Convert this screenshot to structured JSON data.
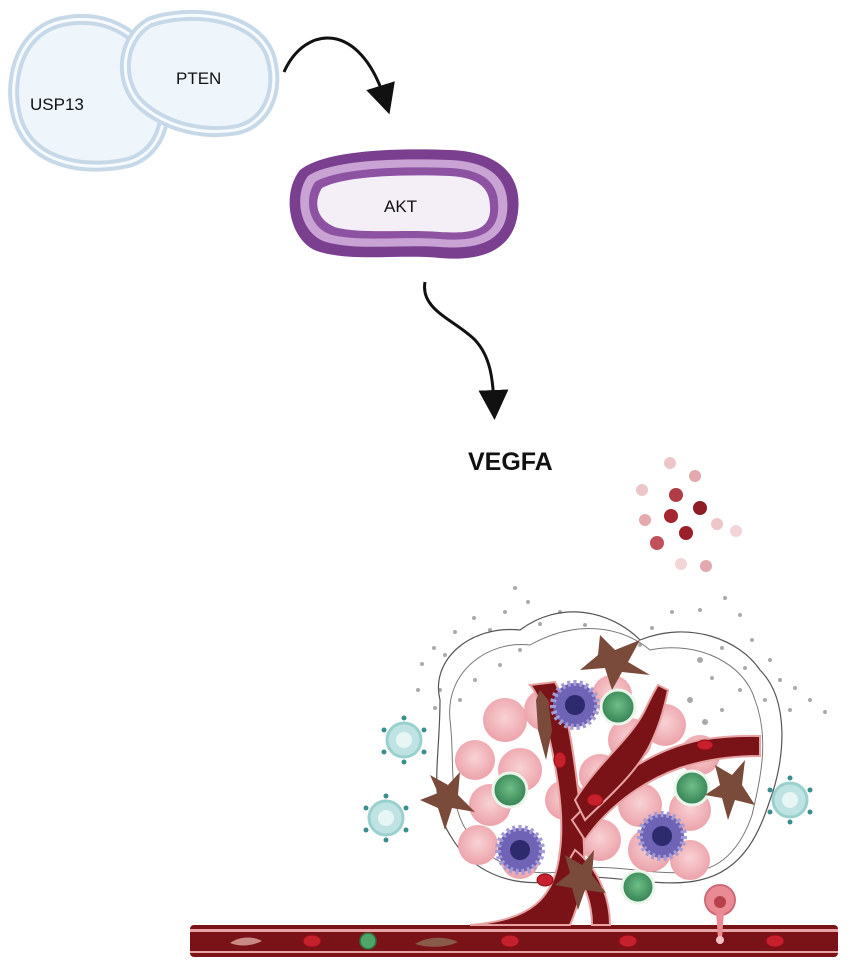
{
  "pathway": {
    "usp13_label": "USP13",
    "pten_label": "PTEN",
    "akt_label": "AKT",
    "vegfa_label": "VEGFA"
  },
  "illustration": {
    "vegf_particles": "vegf-particles-icon",
    "tumor": "tumor-angiogenesis-icon",
    "vessel": "blood-vessel-icon"
  },
  "colors": {
    "usp13_fill": "#eef5fb",
    "usp13_stroke": "#c7d9e9",
    "akt_outer": "#7b3f8f",
    "akt_fill": "#f4eef7",
    "vessel_dark": "#7a1318",
    "vessel_light": "#e8a4a4",
    "tumor_cell": "#f2b8bd",
    "macrophage": "#6e63b4",
    "t_cell": "#3f8f5e",
    "fibroblast": "#7a4a3a",
    "immune_cell": "#bfe3e2"
  }
}
